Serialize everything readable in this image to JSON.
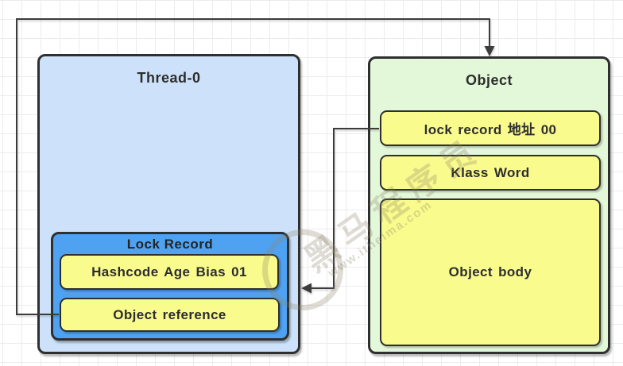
{
  "thread": {
    "title": "Thread-0",
    "fill": "#cde2fa",
    "lock_record": {
      "title": "Lock Record",
      "fill": "#4fa2f1",
      "cells": [
        {
          "label": "Hashcode Age Bias 01"
        },
        {
          "label": "Object reference"
        }
      ]
    }
  },
  "object": {
    "title": "Object",
    "fill": "#e3f7d9",
    "cells": [
      {
        "label": "lock record 地址 00"
      },
      {
        "label": "Klass Word"
      },
      {
        "label": "Object body"
      }
    ]
  },
  "styles": {
    "cell_fill": "#f9fb8d",
    "border_color": "#2f2f2f",
    "edge_color": "#3c3c3c",
    "text_color": "#2d2d2d",
    "grid_color": "#ececec"
  },
  "watermark": {
    "brand": "黑马程序员",
    "url": "www.itheima.com"
  }
}
